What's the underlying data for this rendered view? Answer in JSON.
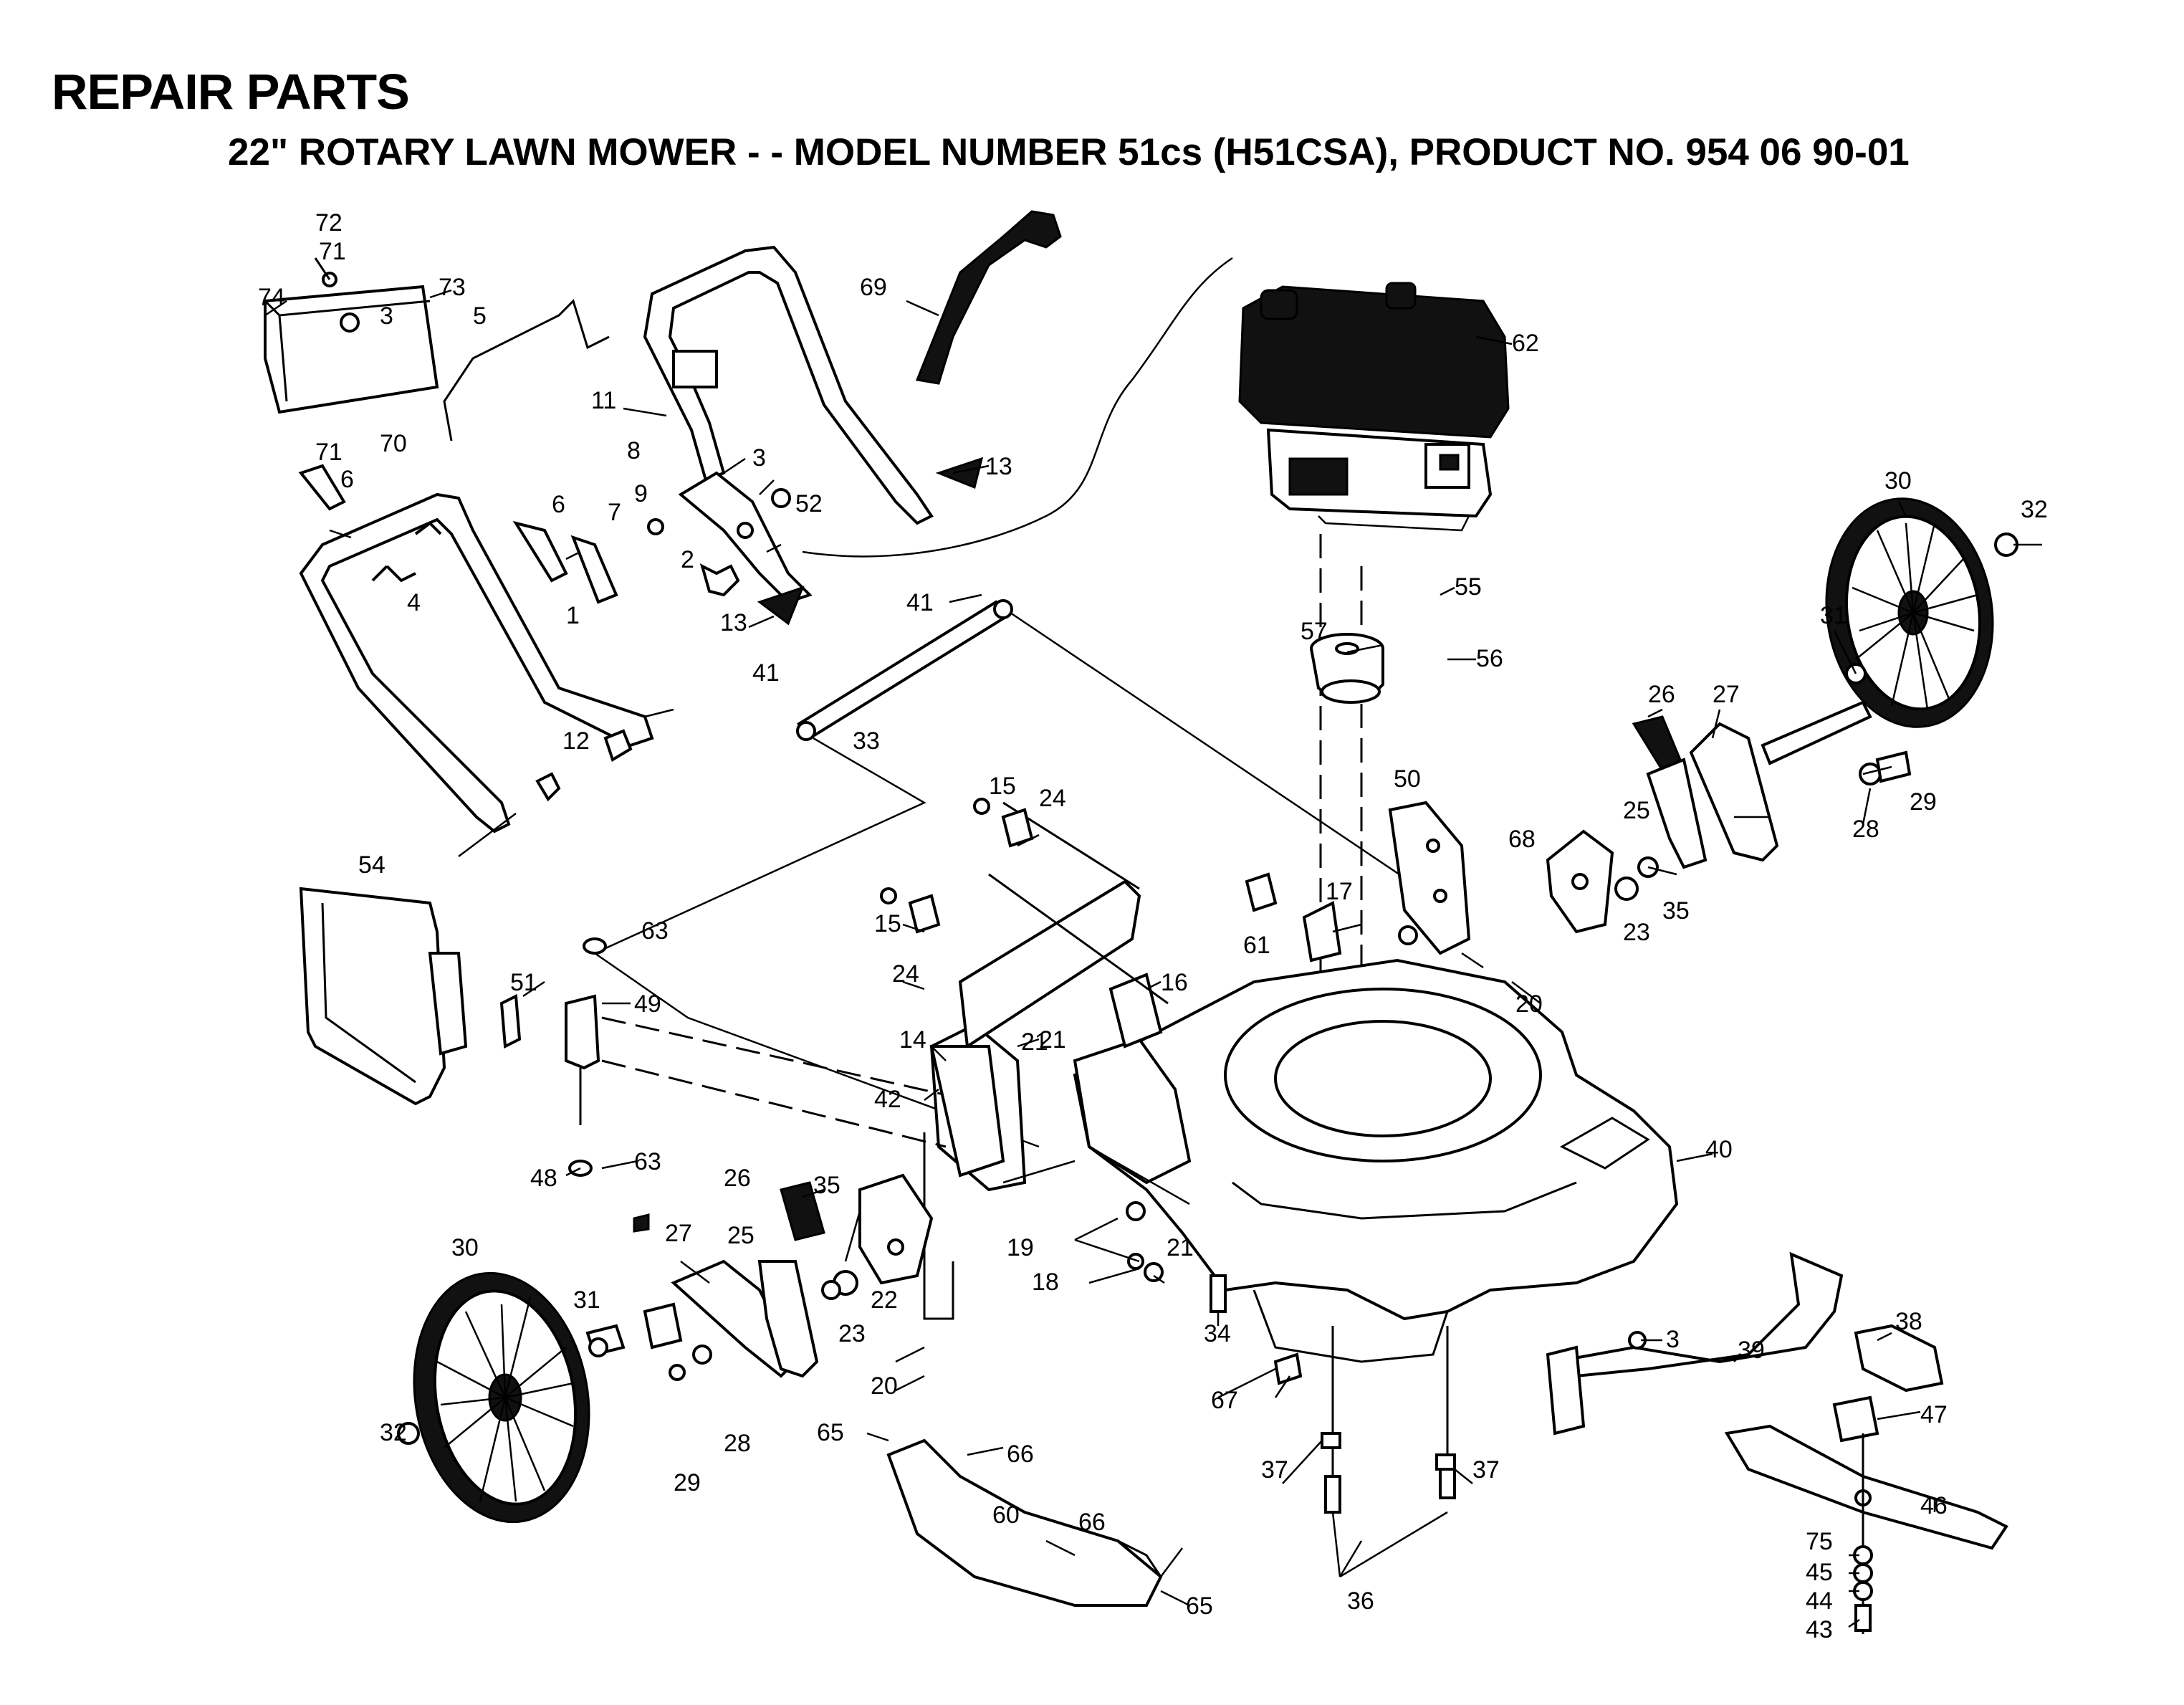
{
  "header": {
    "title": "REPAIR PARTS",
    "subtitle": "22\" ROTARY LAWN MOWER - - MODEL NUMBER 51cs (H51CSA), PRODUCT NO. 954 06 90-01"
  },
  "callouts": [
    {
      "id": "c72a",
      "label": "72"
    },
    {
      "id": "c71a",
      "label": "71"
    },
    {
      "id": "c73",
      "label": "73"
    },
    {
      "id": "c74",
      "label": "74"
    },
    {
      "id": "c3a",
      "label": "3"
    },
    {
      "id": "c5",
      "label": "5"
    },
    {
      "id": "c71b",
      "label": "71"
    },
    {
      "id": "c70",
      "label": "70"
    },
    {
      "id": "c6a",
      "label": "6"
    },
    {
      "id": "c11",
      "label": "11"
    },
    {
      "id": "c69",
      "label": "69"
    },
    {
      "id": "c62",
      "label": "62"
    },
    {
      "id": "c8",
      "label": "8"
    },
    {
      "id": "c3b",
      "label": "3"
    },
    {
      "id": "c13a",
      "label": "13"
    },
    {
      "id": "c7",
      "label": "7"
    },
    {
      "id": "c9",
      "label": "9"
    },
    {
      "id": "c52",
      "label": "52"
    },
    {
      "id": "c6b",
      "label": "6"
    },
    {
      "id": "c4",
      "label": "4"
    },
    {
      "id": "c2",
      "label": "2"
    },
    {
      "id": "c13b",
      "label": "13"
    },
    {
      "id": "c1",
      "label": "1"
    },
    {
      "id": "c41a",
      "label": "41"
    },
    {
      "id": "c55",
      "label": "55"
    },
    {
      "id": "c57",
      "label": "57"
    },
    {
      "id": "c56",
      "label": "56"
    },
    {
      "id": "c30a",
      "label": "30"
    },
    {
      "id": "c32a",
      "label": "32"
    },
    {
      "id": "c31a",
      "label": "31"
    },
    {
      "id": "c26a",
      "label": "26"
    },
    {
      "id": "c27a",
      "label": "27"
    },
    {
      "id": "c41b",
      "label": "41"
    },
    {
      "id": "c33",
      "label": "33"
    },
    {
      "id": "c12",
      "label": "12"
    },
    {
      "id": "c29a",
      "label": "29"
    },
    {
      "id": "c28a",
      "label": "28"
    },
    {
      "id": "c25a",
      "label": "25"
    },
    {
      "id": "c50",
      "label": "50"
    },
    {
      "id": "c68",
      "label": "68"
    },
    {
      "id": "c15a",
      "label": "15"
    },
    {
      "id": "c24a",
      "label": "24"
    },
    {
      "id": "c54",
      "label": "54"
    },
    {
      "id": "c23a",
      "label": "23"
    },
    {
      "id": "c35a",
      "label": "35"
    },
    {
      "id": "c17",
      "label": "17"
    },
    {
      "id": "c63a",
      "label": "63"
    },
    {
      "id": "c15b",
      "label": "15"
    },
    {
      "id": "c24b",
      "label": "24"
    },
    {
      "id": "c61",
      "label": "61"
    },
    {
      "id": "c21a",
      "label": "21"
    },
    {
      "id": "c51",
      "label": "51"
    },
    {
      "id": "c49",
      "label": "49"
    },
    {
      "id": "c16",
      "label": "16"
    },
    {
      "id": "c20a",
      "label": "20"
    },
    {
      "id": "c14",
      "label": "14"
    },
    {
      "id": "c21b",
      "label": "21"
    },
    {
      "id": "c42",
      "label": "42"
    },
    {
      "id": "c48",
      "label": "48"
    },
    {
      "id": "c63b",
      "label": "63"
    },
    {
      "id": "c40",
      "label": "40"
    },
    {
      "id": "c26b",
      "label": "26"
    },
    {
      "id": "c35b",
      "label": "35"
    },
    {
      "id": "c30b",
      "label": "30"
    },
    {
      "id": "c27b",
      "label": "27"
    },
    {
      "id": "c25b",
      "label": "25"
    },
    {
      "id": "c19",
      "label": "19"
    },
    {
      "id": "c21c",
      "label": "21"
    },
    {
      "id": "c22",
      "label": "22"
    },
    {
      "id": "c23b",
      "label": "23"
    },
    {
      "id": "c18",
      "label": "18"
    },
    {
      "id": "c31b",
      "label": "31"
    },
    {
      "id": "c34",
      "label": "34"
    },
    {
      "id": "c38",
      "label": "38"
    },
    {
      "id": "c20b",
      "label": "20"
    },
    {
      "id": "c3c",
      "label": "3"
    },
    {
      "id": "c39",
      "label": "39"
    },
    {
      "id": "c32b",
      "label": "32"
    },
    {
      "id": "c67",
      "label": "67"
    },
    {
      "id": "c47",
      "label": "47"
    },
    {
      "id": "c29b",
      "label": "29"
    },
    {
      "id": "c28b",
      "label": "28"
    },
    {
      "id": "c65a",
      "label": "65"
    },
    {
      "id": "c66a",
      "label": "66"
    },
    {
      "id": "c37a",
      "label": "37"
    },
    {
      "id": "c37b",
      "label": "37"
    },
    {
      "id": "c46",
      "label": "46"
    },
    {
      "id": "c60",
      "label": "60"
    },
    {
      "id": "c66b",
      "label": "66"
    },
    {
      "id": "c75",
      "label": "75"
    },
    {
      "id": "c45",
      "label": "45"
    },
    {
      "id": "c44",
      "label": "44"
    },
    {
      "id": "c65b",
      "label": "65"
    },
    {
      "id": "c36",
      "label": "36"
    },
    {
      "id": "c43",
      "label": "43"
    }
  ]
}
